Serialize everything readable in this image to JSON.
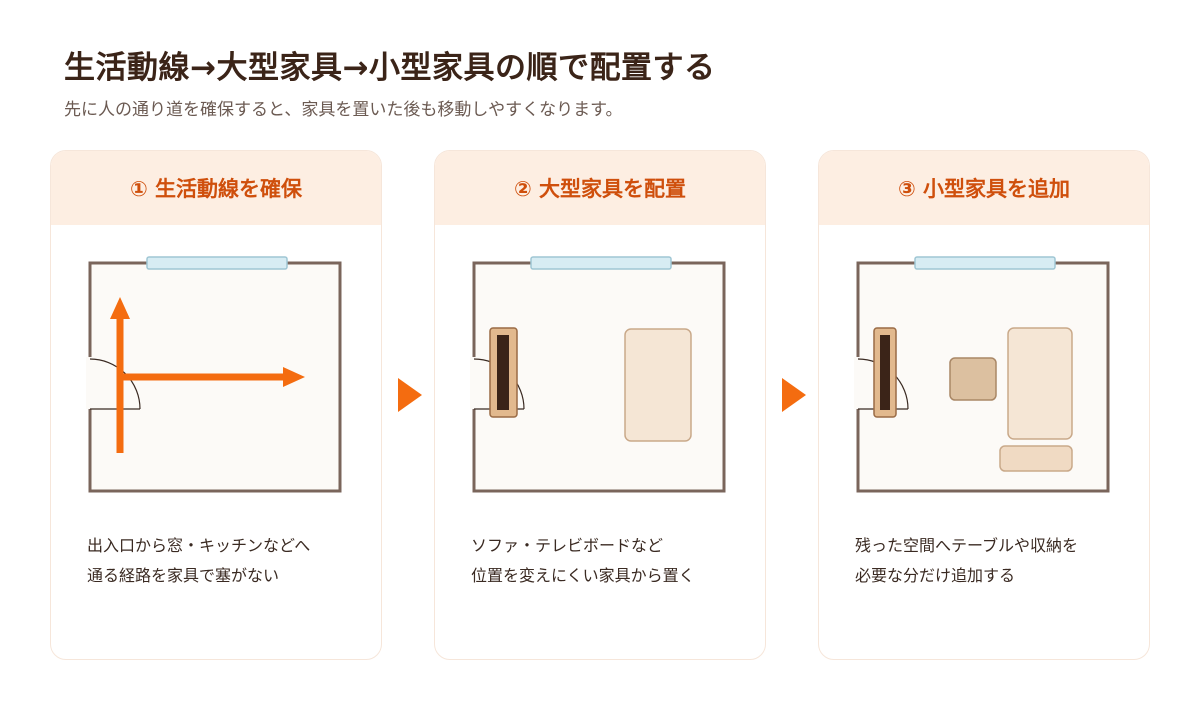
{
  "title": "生活動線→大型家具→小型家具の順で配置する",
  "subtitle": "先に人の通り道を確保すると、家具を置いた後も移動しやすくなります。",
  "colors": {
    "accent": "#f46c10",
    "header_bg": "#fdeee2",
    "header_text": "#cf4f0c",
    "wall": "#7a655b",
    "room_floor": "#fcfaf7",
    "window": "#d7ecf3",
    "large_furniture": "#f5e6d5",
    "small_furniture": "#dcc0a0",
    "tv_board": "#e2b98e",
    "tv_screen": "#3b2418"
  },
  "steps": [
    {
      "header": "① 生活動線を確保",
      "desc_lines": [
        "出入口から窓・キッチンなどへ",
        "通る経路を家具で塞がない"
      ]
    },
    {
      "header": "② 大型家具を配置",
      "desc_lines": [
        "ソファ・テレビボードなど",
        "位置を変えにくい家具から置く"
      ]
    },
    {
      "header": "③ 小型家具を追加",
      "desc_lines": [
        "残った空間へテーブルや収納を",
        "必要な分だけ追加する"
      ]
    }
  ]
}
